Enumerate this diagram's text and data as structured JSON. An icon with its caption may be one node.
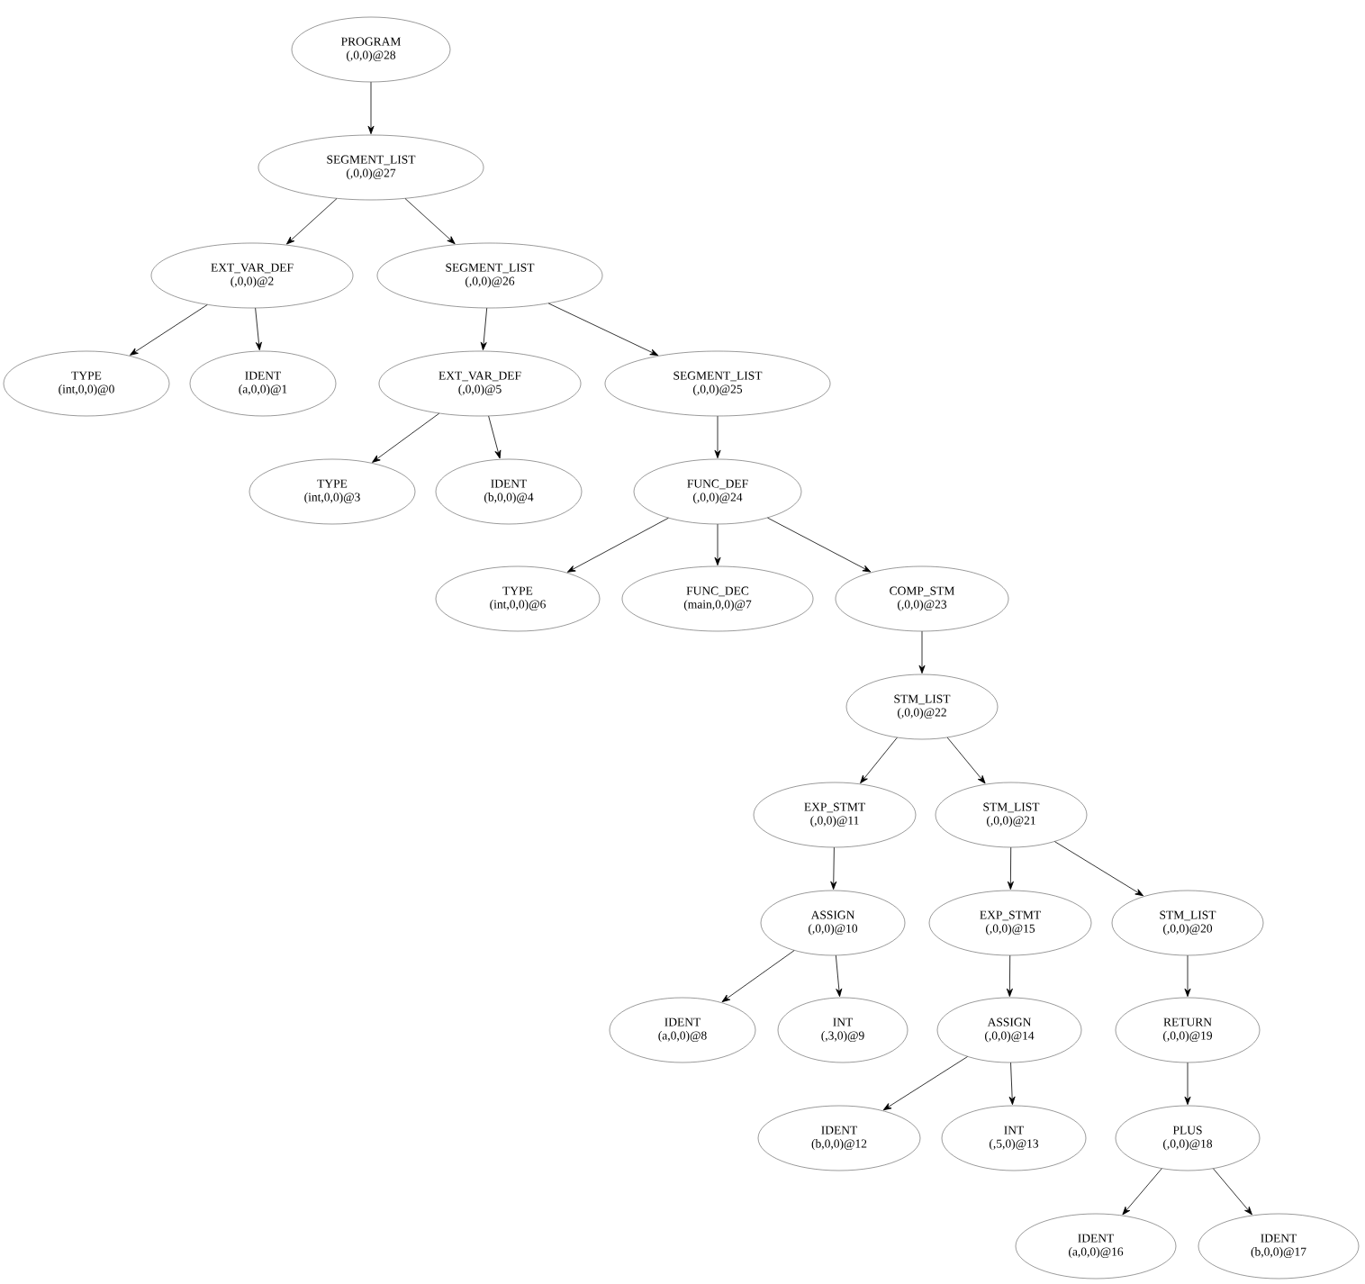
{
  "diagram": {
    "nodes": [
      {
        "text": [
          "PROGRAM",
          "(,0,0)@28"
        ]
      },
      {
        "text": [
          "SEGMENT_LIST",
          "(,0,0)@27"
        ]
      },
      {
        "text": [
          "EXT_VAR_DEF",
          "(,0,0)@2"
        ]
      },
      {
        "text": [
          "SEGMENT_LIST",
          "(,0,0)@26"
        ]
      },
      {
        "text": [
          "TYPE",
          "(int,0,0)@0"
        ]
      },
      {
        "text": [
          "IDENT",
          "(a,0,0)@1"
        ]
      },
      {
        "text": [
          "EXT_VAR_DEF",
          "(,0,0)@5"
        ]
      },
      {
        "text": [
          "SEGMENT_LIST",
          "(,0,0)@25"
        ]
      },
      {
        "text": [
          "TYPE",
          "(int,0,0)@3"
        ]
      },
      {
        "text": [
          "IDENT",
          "(b,0,0)@4"
        ]
      },
      {
        "text": [
          "FUNC_DEF",
          "(,0,0)@24"
        ]
      },
      {
        "text": [
          "TYPE",
          "(int,0,0)@6"
        ]
      },
      {
        "text": [
          "FUNC_DEC",
          "(main,0,0)@7"
        ]
      },
      {
        "text": [
          "COMP_STM",
          "(,0,0)@23"
        ]
      },
      {
        "text": [
          "STM_LIST",
          "(,0,0)@22"
        ]
      },
      {
        "text": [
          "EXP_STMT",
          "(,0,0)@11"
        ]
      },
      {
        "text": [
          "STM_LIST",
          "(,0,0)@21"
        ]
      },
      {
        "text": [
          "ASSIGN",
          "(,0,0)@10"
        ]
      },
      {
        "text": [
          "EXP_STMT",
          "(,0,0)@15"
        ]
      },
      {
        "text": [
          "STM_LIST",
          "(,0,0)@20"
        ]
      },
      {
        "text": [
          "IDENT",
          "(a,0,0)@8"
        ]
      },
      {
        "text": [
          "INT",
          "(,3,0)@9"
        ]
      },
      {
        "text": [
          "ASSIGN",
          "(,0,0)@14"
        ]
      },
      {
        "text": [
          "RETURN",
          "(,0,0)@19"
        ]
      },
      {
        "text": [
          "IDENT",
          "(b,0,0)@12"
        ]
      },
      {
        "text": [
          "INT",
          "(,5,0)@13"
        ]
      },
      {
        "text": [
          "PLUS",
          "(,0,0)@18"
        ]
      },
      {
        "text": [
          "IDENT",
          "(a,0,0)@16"
        ]
      },
      {
        "text": [
          "IDENT",
          "(b,0,0)@17"
        ]
      }
    ],
    "edges": [
      {
        "from": 0,
        "to": 1,
        "arrow": "to"
      },
      {
        "from": 1,
        "to": 2,
        "arrow": "to"
      },
      {
        "from": 1,
        "to": 3,
        "arrow": "to"
      },
      {
        "from": 2,
        "to": 4,
        "arrow": "to"
      },
      {
        "from": 2,
        "to": 5,
        "arrow": "to"
      },
      {
        "from": 3,
        "to": 6,
        "arrow": "to"
      },
      {
        "from": 3,
        "to": 7,
        "arrow": "to"
      },
      {
        "from": 6,
        "to": 8,
        "arrow": "to"
      },
      {
        "from": 6,
        "to": 9,
        "arrow": "to"
      },
      {
        "from": 7,
        "to": 10,
        "arrow": "to"
      },
      {
        "from": 10,
        "to": 11,
        "arrow": "to"
      },
      {
        "from": 10,
        "to": 12,
        "arrow": "to"
      },
      {
        "from": 10,
        "to": 13,
        "arrow": "to"
      },
      {
        "from": 13,
        "to": 14,
        "arrow": "to"
      },
      {
        "from": 14,
        "to": 15,
        "arrow": "to"
      },
      {
        "from": 14,
        "to": 16,
        "arrow": "to"
      },
      {
        "from": 15,
        "to": 17,
        "arrow": "to"
      },
      {
        "from": 16,
        "to": 18,
        "arrow": "to"
      },
      {
        "from": 16,
        "to": 19,
        "arrow": "to"
      },
      {
        "from": 17,
        "to": 20,
        "arrow": "to"
      },
      {
        "from": 17,
        "to": 21,
        "arrow": "to"
      },
      {
        "from": 18,
        "to": 22,
        "arrow": "to"
      },
      {
        "from": 19,
        "to": 23,
        "arrow": "to"
      },
      {
        "from": 22,
        "to": 24,
        "arrow": "to"
      },
      {
        "from": 22,
        "to": 25,
        "arrow": "to"
      },
      {
        "from": 23,
        "to": 26,
        "arrow": "to"
      },
      {
        "from": 26,
        "to": 27,
        "arrow": "to"
      },
      {
        "from": 26,
        "to": 28,
        "arrow": "to"
      }
    ]
  }
}
